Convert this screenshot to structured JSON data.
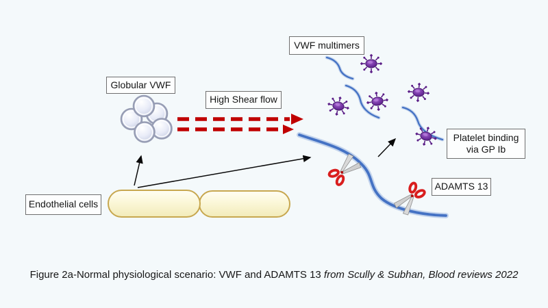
{
  "figure": {
    "labels": {
      "globular_vwf": "Globular VWF",
      "high_shear": "High Shear flow",
      "vwf_multimers": "VWF multimers",
      "platelet_binding_line1": "Platelet binding",
      "platelet_binding_line2": "via GP Ib",
      "adamts": "ADAMTS 13",
      "endothelial": "Endothelial cells"
    },
    "caption": {
      "normal": "Figure 2a-Normal physiological scenario: VWF and ADAMTS 13 ",
      "italic": "from Scully & Subhan, Blood reviews 2022"
    },
    "icons": {
      "scissors": "scissors-icon (ADAMTS 13 cleavage)",
      "platelet": "platelet-starburst-icon",
      "vwf_strand": "vwf-strand-curve",
      "globule": "globular-vwf-sphere",
      "cell": "endothelial-cell-pill",
      "shear_arrow": "red-dashed-shear-arrow",
      "pointer_arrow": "black-arrow"
    },
    "colors": {
      "background": "#F4F9FB",
      "shear_arrow_red": "#C00000",
      "vwf_blue": "#4472C4",
      "vwf_blue_glow": "#A8BEE4",
      "platelet_purple": "#7030A0",
      "cell_fill": "#FAF6D5",
      "cell_border": "#C7A74F",
      "scissors_red": "#D91E1E",
      "scissors_blade": "#C9C9C9",
      "label_border": "#6e6e6e",
      "text": "#141414"
    }
  }
}
